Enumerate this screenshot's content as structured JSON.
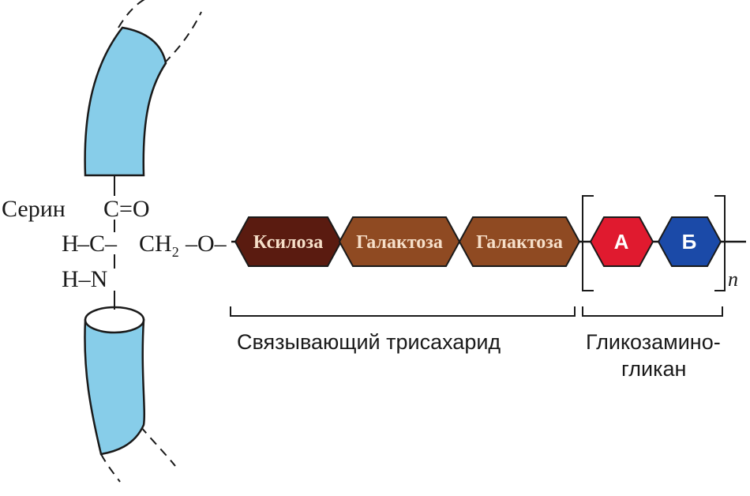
{
  "protein_core": {
    "color": "#87cde9",
    "outline": "#1a1a1a"
  },
  "serine": {
    "name": "Серин",
    "carbonyl": "C=O",
    "h_left": "H",
    "dash_c_dash": "–C–",
    "ch2": "CH",
    "ch2_sub": "2",
    "o_link": "–O–",
    "amide": "H–N"
  },
  "linker": {
    "sugars": [
      {
        "label": "Ксилоза",
        "color": "#5a1b10"
      },
      {
        "label": "Галактоза",
        "color": "#8f4a22"
      },
      {
        "label": "Галактоза",
        "color": "#8f4a22"
      }
    ],
    "caption": "Связывающий трисахарид"
  },
  "gag": {
    "units": [
      {
        "label": "А",
        "color": "#e01a2f"
      },
      {
        "label": "Б",
        "color": "#1b4aa8"
      }
    ],
    "repeat": "n",
    "caption_line1": "Гликозамино-",
    "caption_line2": "гликан"
  }
}
